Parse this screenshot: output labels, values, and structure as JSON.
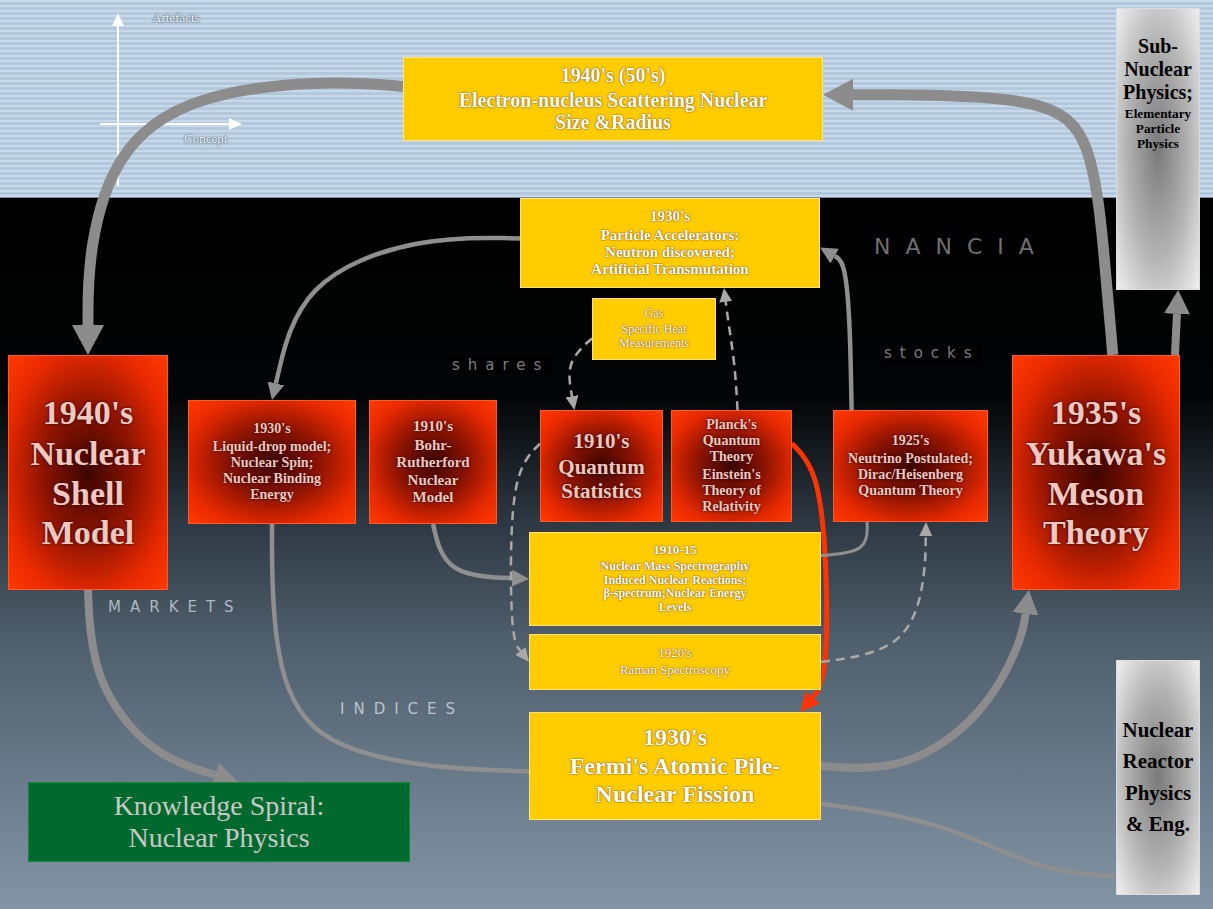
{
  "diagram": {
    "nodes": [
      {
        "text": [
          "1940's (50's)",
          "Electron-nucleus Scattering Nuclear Size &Radius"
        ]
      },
      {
        "text": [
          "Sub-Nuclear Physics;",
          "Elementary Particle Physics"
        ]
      },
      {
        "text": [
          "1930's",
          "Particle Accelerators: Neutron discovered; Artificial Transmutation"
        ]
      },
      {
        "text": [
          "Gas",
          "Specific Heat Measurements"
        ]
      },
      {
        "text": [
          "1940's",
          "Nuclear Shell Model"
        ]
      },
      {
        "text": [
          "1930's",
          "Liquid-drop model; Nuclear Spin; Nuclear Binding Energy"
        ]
      },
      {
        "text": [
          "1910's",
          "Bohr-Rutherford Nuclear Model"
        ]
      },
      {
        "text": [
          "1910's",
          "Quantum Statistics"
        ]
      },
      {
        "text": [
          "Planck's Quantum Theory",
          "Einstein's Theory of Relativity"
        ]
      },
      {
        "text": [
          "1925's",
          "Neutrino Postulated; Dirac/Heisenberg Quantum Theory"
        ]
      },
      {
        "text": [
          "1935's",
          "Yukawa's Meson Theory"
        ]
      },
      {
        "text": [
          "1910-15",
          "Nuclear Mass Spectrography Induced Nuclear Reactions; β-spectrum;Nuclear Energy Levels"
        ]
      },
      {
        "text": [
          "1920's",
          "Raman Spectroscopy"
        ]
      },
      {
        "text": [
          "1930's",
          "Fermi's Atomic Pile-Nuclear Fission"
        ]
      },
      {
        "text": [
          "Knowledge Spiral: Nuclear Physics"
        ]
      },
      {
        "text": [
          "Nuclear Reactor Physics & Eng."
        ]
      }
    ],
    "edges": [
      {
        "from": 10,
        "to": 0,
        "arrow": "to"
      },
      {
        "from": 0,
        "to": 4,
        "arrow": "to"
      },
      {
        "from": 10,
        "to": 1,
        "arrow": "to"
      },
      {
        "from": 4,
        "to": 14,
        "arrow": "to"
      },
      {
        "from": 9,
        "to": 2,
        "arrow": "to"
      },
      {
        "from": 2,
        "to": 5,
        "arrow": "to"
      },
      {
        "from": 5,
        "to": 13,
        "arrow": "none"
      },
      {
        "from": 13,
        "to": 10,
        "arrow": "to"
      },
      {
        "from": 8,
        "to": 13,
        "arrow": "to"
      },
      {
        "from": 6,
        "to": 11,
        "arrow": "to"
      },
      {
        "from": 11,
        "to": 9,
        "arrow": "none"
      },
      {
        "from": 12,
        "to": 9,
        "arrow": "to"
      },
      {
        "from": 7,
        "to": 12,
        "arrow": "to"
      },
      {
        "from": 3,
        "to": 7,
        "arrow": "to"
      },
      {
        "from": 8,
        "to": 2,
        "arrow": "to"
      },
      {
        "from": 13,
        "to": 15,
        "arrow": "none"
      }
    ],
    "labels": [
      "Artefacts",
      "Concept",
      "N A N C I A",
      "shares",
      "stocks",
      "MARKETS",
      "INDICES"
    ]
  }
}
